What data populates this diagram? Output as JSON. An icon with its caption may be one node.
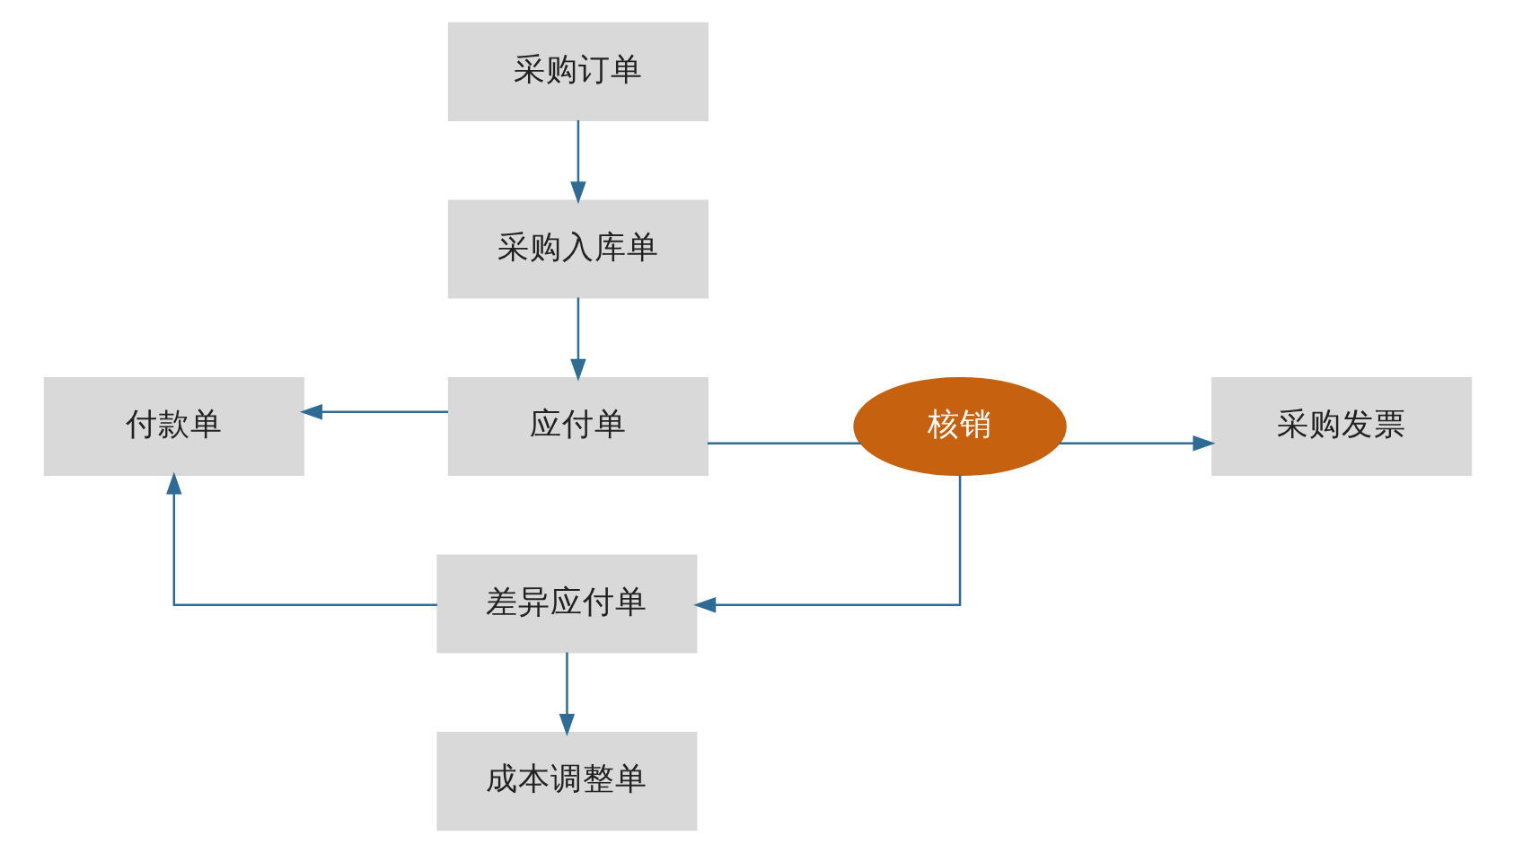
{
  "diagram": {
    "nodes": [
      {
        "text": [
          "采购订单"
        ]
      },
      {
        "text": [
          "采购入库单"
        ]
      },
      {
        "text": [
          "应付单"
        ]
      },
      {
        "text": [
          "付款单"
        ]
      },
      {
        "text": [
          "核销"
        ]
      },
      {
        "text": [
          "采购发票"
        ]
      },
      {
        "text": [
          "差异应付单"
        ]
      },
      {
        "text": [
          "成本调整单"
        ]
      }
    ],
    "edges": [
      {
        "from": 0,
        "to": 1,
        "arrow": "to"
      },
      {
        "from": 1,
        "to": 2,
        "arrow": "to"
      },
      {
        "from": 2,
        "to": 3,
        "arrow": "to"
      },
      {
        "from": 2,
        "to": 4,
        "arrow": "none"
      },
      {
        "from": 4,
        "to": 5,
        "arrow": "to"
      },
      {
        "from": 4,
        "to": 6,
        "arrow": "to"
      },
      {
        "from": 6,
        "to": 3,
        "arrow": "to"
      },
      {
        "from": 6,
        "to": 7,
        "arrow": "to"
      }
    ]
  }
}
